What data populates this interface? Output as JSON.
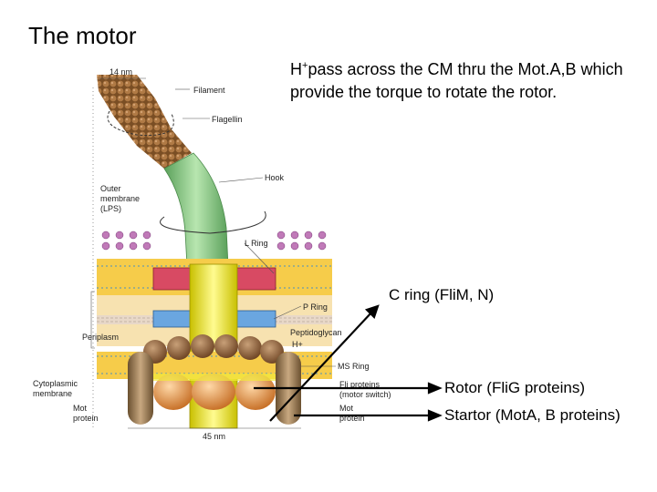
{
  "slide": {
    "title": "The motor",
    "description": {
      "ion": "H",
      "charge": "+",
      "text": "pass across the CM thru the Mot.A,B which provide the torque to rotate the rotor."
    }
  },
  "callouts": {
    "c_ring": "C ring (FliM, N)",
    "rotor": "Rotor (FliG proteins)",
    "stator": "Startor (MotA, B proteins)"
  },
  "diagram": {
    "top_dim": "14 nm",
    "bottom_dim": "45 nm",
    "filament": "Filament",
    "flagellin": "Flagellin",
    "hook": "Hook",
    "outer_membrane": [
      "Outer",
      "membrane",
      "(LPS)"
    ],
    "l_ring": "L Ring",
    "p_ring": "P Ring",
    "peptidoglycan": "Peptidoglycan",
    "periplasm": "Periplasm",
    "h_plus": "H+",
    "ms_ring": "MS Ring",
    "fli_proteins": [
      "Fli proteins",
      "(motor switch)"
    ],
    "mot_protein_right": [
      "Mot",
      "protein"
    ],
    "cytoplasmic_membrane": [
      "Cytoplasmic",
      "membrane"
    ],
    "mot_protein_left": [
      "Mot",
      "protein"
    ]
  },
  "colors": {
    "filament": "#9a6a3a",
    "hook": "#8fcf8a",
    "rod": "#f2ea3a",
    "l_ring": "#d84a63",
    "p_ring": "#6aa6e0",
    "rotor": "#e8a05a",
    "stator": "#9a7a55",
    "membrane": "#f6cc4a",
    "arrow": "#000000"
  }
}
